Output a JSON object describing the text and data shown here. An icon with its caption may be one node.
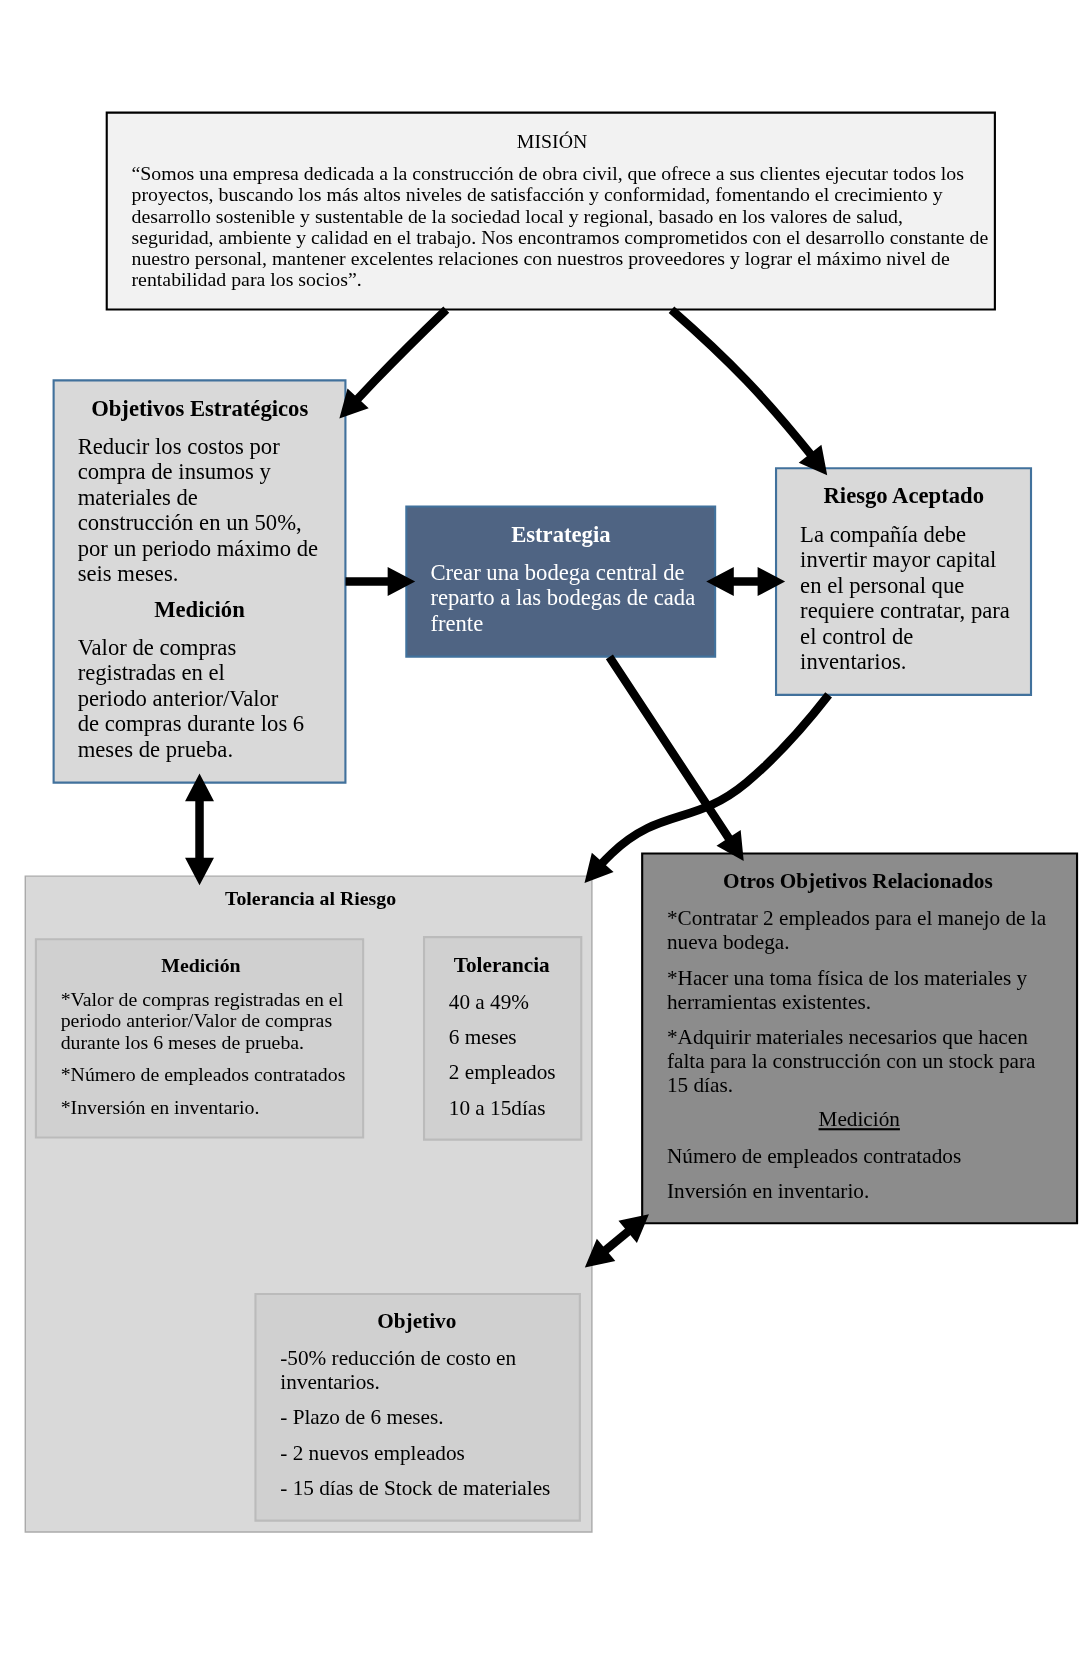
{
  "diagram": {
    "nodes": [
      {
        "text": [
          "MISIÓN",
          "“Somos una empresa dedicada a la construcción de obra civil, que ofrece a sus clientes ejecutar todos los proyectos, buscando los más altos niveles de satisfacción y conformidad, fomentando el crecimiento y desarrollo sostenible y sustentable de la sociedad local y regional, basado en los valores de salud, seguridad, ambiente y calidad en el trabajo. Nos encontramos comprometidos con el desarrollo constante de nuestro personal, mantener excelentes relaciones con nuestros proveedores y lograr el máximo nivel de rentabilidad para los socios”."
        ]
      },
      {
        "text": [
          "Objetivos Estratégicos",
          "Reducir los costos por compra de insumos y materiales de construcción en un 50%, por un periodo máximo de seis meses.",
          "Medición",
          "Valor de compras registradas en el periodo anterior/Valor de compras durante los 6 meses de prueba."
        ]
      },
      {
        "text": [
          "Estrategia",
          "Crear una bodega central de reparto a las bodegas de cada frente"
        ]
      },
      {
        "text": [
          "Riesgo Aceptado",
          "La compañía debe invertir mayor capital en el personal que requiere contratar, para el control de inventarios."
        ]
      },
      {
        "text": [
          "Otros Objetivos Relacionados",
          "*Contratar 2 empleados para el manejo de la nueva bodega.",
          "*Hacer una toma física de los materiales y herramientas existentes.",
          "*Adquirir materiales necesarios que hacen falta para la construcción con un stock para 15 días.",
          "Medición",
          "Número de empleados contratados",
          "Inversión en inventario."
        ]
      },
      {
        "text": [
          "Tolerancia al Riesgo"
        ]
      },
      {
        "text": [
          "Medición",
          "*Valor de compras registradas en el periodo anterior/Valor de compras durante los 6 meses de prueba.",
          "*Número de empleados contratados",
          "*Inversión en inventario."
        ],
        "in": 5
      },
      {
        "text": [
          "Objetivo",
          "-50% reducción de costo en inventarios.",
          "- Plazo de 6 meses.",
          "- 2 nuevos empleados",
          "- 15 días de Stock de materiales"
        ],
        "in": 5
      },
      {
        "text": [
          "Tolerancia",
          "40 a 49%",
          "6 meses",
          "2 empleados",
          "10 a 15días"
        ],
        "in": 5
      }
    ],
    "edges": [
      {
        "from": 0,
        "to": 1,
        "arrow": "to"
      },
      {
        "from": 0,
        "to": 3,
        "arrow": "to"
      },
      {
        "from": 1,
        "to": 2,
        "arrow": "to"
      },
      {
        "from": 2,
        "to": 3,
        "arrow": "both"
      },
      {
        "from": 2,
        "to": 4,
        "arrow": "to"
      },
      {
        "from": 1,
        "to": 5,
        "arrow": "both"
      },
      {
        "from": 4,
        "to": 5,
        "arrow": "both"
      },
      {
        "from": 3,
        "to": 5,
        "arrow": "to"
      }
    ]
  }
}
